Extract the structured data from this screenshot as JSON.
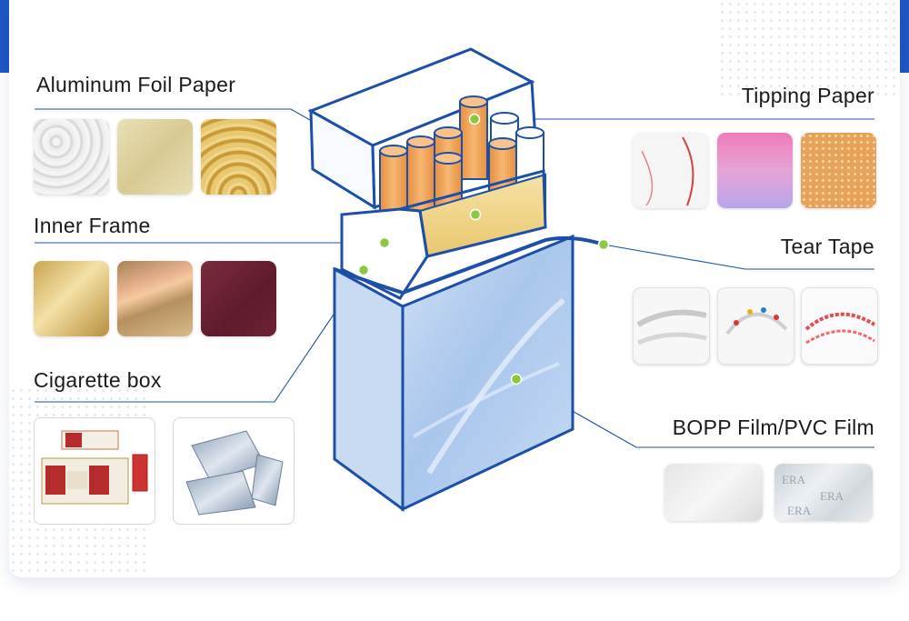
{
  "labels": {
    "aluminum_foil": "Aluminum Foil Paper",
    "inner_frame": "Inner Frame",
    "cigarette_box": "Cigarette box",
    "tipping_paper": "Tipping Paper",
    "tear_tape": "Tear Tape",
    "bopp_film": "BOPP Film/PVC Film"
  },
  "colors": {
    "brand_blue": "#1f57c4",
    "outline_blue": "#1d4fa8",
    "marker_green": "#8dc63f",
    "filter_orange": "#f0a85a"
  },
  "swatches": {
    "aluminum_foil": [
      "silver-embossed",
      "matte-gold",
      "gold-embossed"
    ],
    "inner_frame": [
      "gold",
      "holographic-gold",
      "burgundy"
    ],
    "tipping_paper": [
      "white-printed",
      "pink-gradient",
      "orange-speckled"
    ],
    "tear_tape": [
      "clear-tape",
      "printed-tape",
      "red-tape"
    ],
    "bopp_film": [
      "clear-film",
      "holographic-film"
    ]
  },
  "photos": {
    "cigarette_box": [
      "printed-box-blanks",
      "holographic-box-blanks"
    ],
    "holo_text": "ERA"
  }
}
